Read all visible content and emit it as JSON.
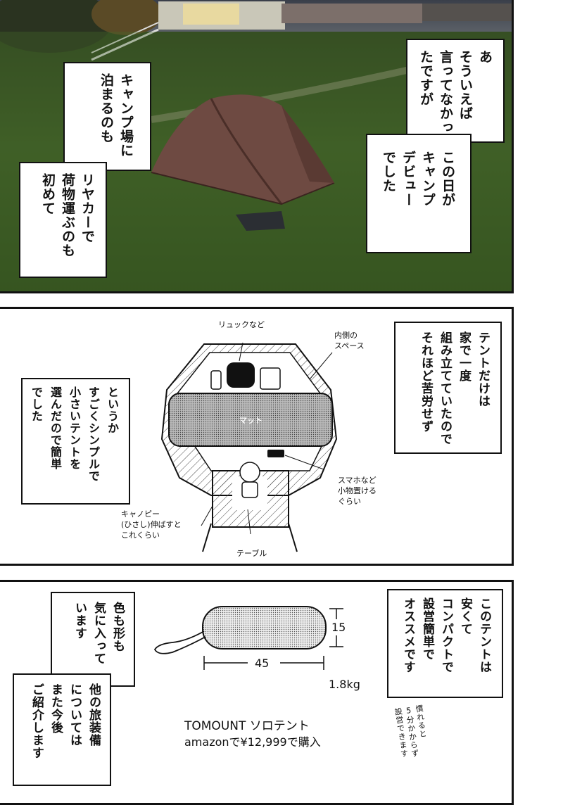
{
  "panel1": {
    "bubble_right_top": "あ\nそういえば\n言ってなかっ\nたですが",
    "bubble_right_bottom": "この日が\nキャンプ\nデビュー\nでした",
    "bubble_left_top": "キャンプ場に\n泊まるのも",
    "bubble_left_bottom": "リヤカーで\n荷物運ぶのも\n初めて"
  },
  "panel2": {
    "bubble_right": "テントだけは\n家で一度\n組み立てていたので\nそれほど苦労せず",
    "bubble_left": "というか\nすごくシンプルで\n小さいテントを\n選んだので簡単\nでした",
    "label_backpack": "リュックなど",
    "label_inner_space": "内側の\nスペース",
    "label_mat": "マット",
    "label_phone": "スマホなど\n小物置ける\nぐらい",
    "label_canopy": "キャノピー\n(ひさし)伸ばすと\nこれくらい",
    "label_table": "テーブル"
  },
  "panel3": {
    "bubble_right": "このテントは\n安くて\nコンパクトで\n設営簡単で\nオススメです",
    "bubble_left_top": "色も形も\n気に入って\nいます",
    "bubble_left_bottom": "他の旅装備\nについては\nまた今後\nご紹介します",
    "dim_height": "15",
    "dim_length": "45",
    "weight": "1.8kg",
    "product_name": "TOMOUNT ソロテント",
    "product_price": "amazonで¥12,999で購入",
    "note_handwritten": "慣れると\n5分かからず\n設営できます"
  },
  "colors": {
    "tent": "#6e4a42",
    "grass": "#3c5a22",
    "sky": "#4a4f5a"
  }
}
